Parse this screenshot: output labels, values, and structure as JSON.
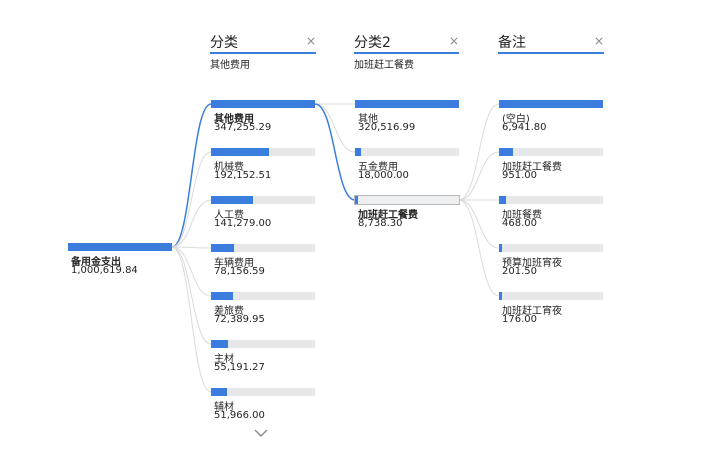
{
  "columns": [
    {
      "title": "分类",
      "close": "×",
      "filter": "其他费用"
    },
    {
      "title": "分类2",
      "close": "×",
      "filter": "加班赶工餐费"
    },
    {
      "title": "备注",
      "close": "×",
      "filter": ""
    }
  ],
  "chart_data": {
    "type": "decomposition-tree",
    "root": {
      "label": "备用金支出",
      "value": 1000619.84,
      "display": "1,000,619.84"
    },
    "levels": [
      {
        "field": "分类",
        "selected": "其他费用",
        "nodes": [
          {
            "label": "其他费用",
            "value": 347255.29,
            "display": "347,255.29"
          },
          {
            "label": "机械费",
            "value": 192152.51,
            "display": "192,152.51"
          },
          {
            "label": "人工费",
            "value": 141279.0,
            "display": "141,279.00"
          },
          {
            "label": "车辆费用",
            "value": 78156.59,
            "display": "78,156.59"
          },
          {
            "label": "差旅费",
            "value": 72389.95,
            "display": "72,389.95"
          },
          {
            "label": "主材",
            "value": 55191.27,
            "display": "55,191.27"
          },
          {
            "label": "辅材",
            "value": 51966.0,
            "display": "51,966.00"
          }
        ]
      },
      {
        "field": "分类2",
        "selected": "加班赶工餐费",
        "nodes": [
          {
            "label": "其他",
            "value": 320516.99,
            "display": "320,516.99"
          },
          {
            "label": "五金费用",
            "value": 18000.0,
            "display": "18,000.00"
          },
          {
            "label": "加班赶工餐费",
            "value": 8738.3,
            "display": "8,738.30"
          }
        ]
      },
      {
        "field": "备注",
        "selected": "",
        "nodes": [
          {
            "label": "(空白)",
            "value": 6941.8,
            "display": "6,941.80"
          },
          {
            "label": "加班赶工餐费",
            "value": 951.0,
            "display": "951.00"
          },
          {
            "label": "加班餐费",
            "value": 468.0,
            "display": "468.00"
          },
          {
            "label": "预算加班宵夜",
            "value": 201.5,
            "display": "201.50"
          },
          {
            "label": "加班赶工宵夜",
            "value": 176.0,
            "display": "176.00"
          }
        ]
      }
    ]
  },
  "colors": {
    "accent": "#3b7ddd",
    "track": "#e6e7e8",
    "link": "#d9dadb"
  }
}
